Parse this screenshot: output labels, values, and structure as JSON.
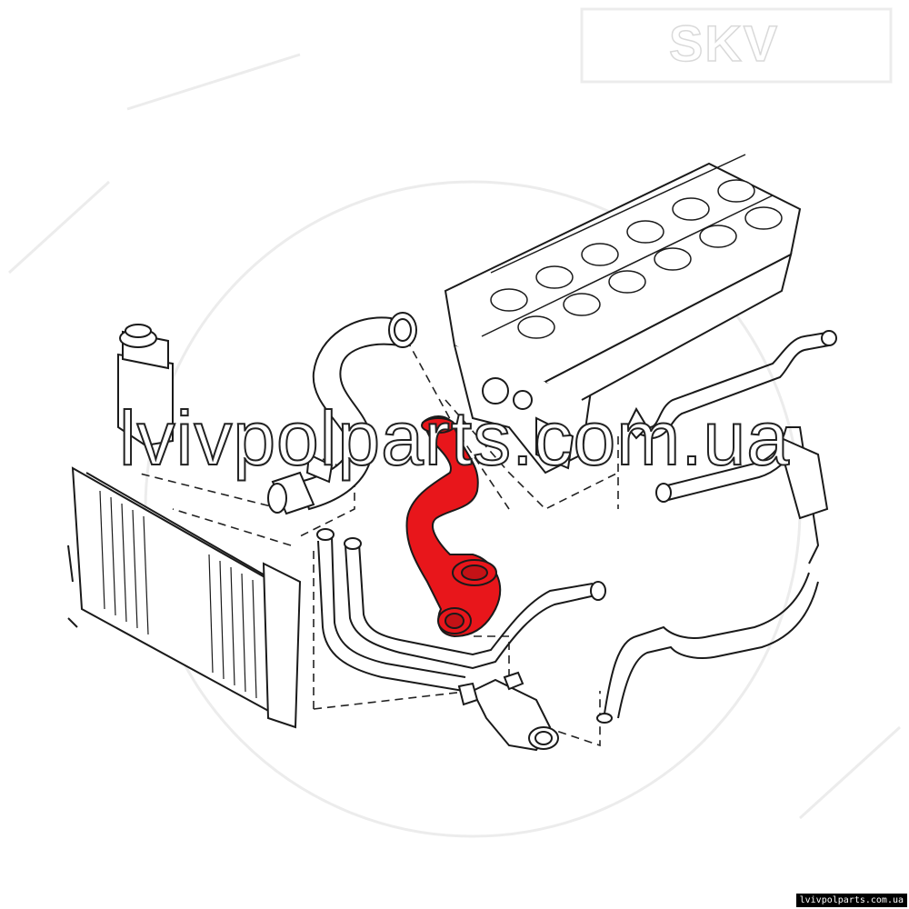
{
  "watermark": {
    "main_text": "lvivpolparts.com.ua",
    "corner_text": "lvivpolparts.com.ua",
    "logo_text": "SKV"
  },
  "highlight_color": "#e8161b",
  "line_color": "#1a1a1a"
}
